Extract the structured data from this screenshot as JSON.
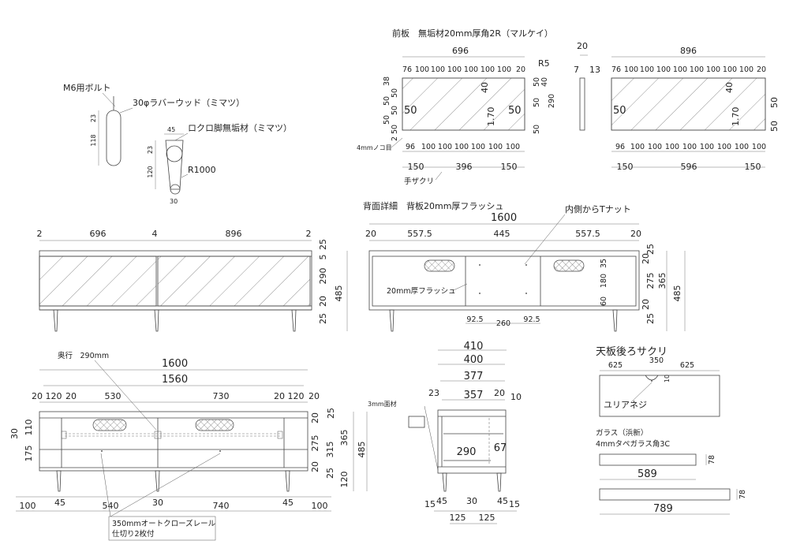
{
  "notes": {
    "bolt": "M6用ボルト",
    "rubberwood": "30φラバーウッド（ミマツ）",
    "leg": "ロクロ脚無垢材（ミマツ）",
    "radius": "R1000",
    "front_panel": "前板　無垢材20mm厚角2R（マルケイ）",
    "saw": "4mmノコ目",
    "handle": "手ザクリ",
    "back_detail": "背面詳細　背板20mm厚フラッシュ",
    "t_nut": "内側からTナット",
    "flush": "20mm厚フラッシュ",
    "depth": "奥行　290mm",
    "chamfer": "3mm面材",
    "rail": "350mmオートクローズレール",
    "divider": "仕切り2枚付",
    "top_cutout": "天板後ろサクリ",
    "urea_screw": "ユリアネジ",
    "glass": "ガラス（浜新）",
    "glass_spec": "4mmタペガラス角3C"
  },
  "legs": {
    "rod_h1": "23",
    "rod_h2": "118",
    "leg_w": "45",
    "leg_h1": "23",
    "leg_h2": "120",
    "leg_w2": "30"
  },
  "front_small": {
    "width": "696",
    "cols": [
      "76",
      "100",
      "100",
      "100",
      "100",
      "100",
      "100",
      "20"
    ],
    "r": "R5",
    "bottom_cols": [
      "96",
      "100",
      "100",
      "100",
      "100",
      "100",
      "100"
    ],
    "handle_cols": [
      "150",
      "396",
      "150"
    ],
    "left_v": [
      "38",
      "50",
      "50",
      "50",
      "50",
      "50",
      "2"
    ],
    "left_big": "50",
    "inner": [
      "40",
      "1.70",
      "50"
    ],
    "right_v": [
      "50",
      "40",
      "50",
      "50",
      "290"
    ],
    "side_w": "20",
    "side_a": "7",
    "side_b": "13"
  },
  "front_large": {
    "width": "896",
    "cols": [
      "76",
      "100",
      "100",
      "100",
      "100",
      "100",
      "100",
      "100",
      "100",
      "20"
    ],
    "bottom_cols": [
      "96",
      "100",
      "100",
      "100",
      "100",
      "100",
      "100",
      "100",
      "100"
    ],
    "handle_cols": [
      "150",
      "596",
      "150"
    ],
    "left_big": "50",
    "inner": [
      "40",
      "1.70"
    ],
    "right_v": [
      "50",
      "50"
    ]
  },
  "front_view": {
    "top": [
      "2",
      "696",
      "4",
      "896",
      "2"
    ],
    "right": [
      "25",
      "5",
      "290",
      "20",
      "25",
      "485"
    ]
  },
  "back_view": {
    "total": "1600",
    "top": [
      "20",
      "557.5",
      "445",
      "557.5",
      "20"
    ],
    "mid": [
      "35",
      "180",
      "60"
    ],
    "right": [
      "25",
      "20",
      "275",
      "20",
      "25",
      "365",
      "485"
    ],
    "bottom": [
      "92.5",
      "260",
      "92.5"
    ]
  },
  "plan_view": {
    "total": "1600",
    "inner": "1560",
    "top": [
      "20",
      "120",
      "20",
      "530",
      "730",
      "20",
      "120",
      "20"
    ],
    "left": [
      "30",
      "110",
      "175"
    ],
    "right": [
      "25",
      "20",
      "275",
      "315",
      "365",
      "20",
      "25",
      "485",
      "120"
    ],
    "bottom": [
      "100",
      "45",
      "540",
      "30",
      "740",
      "45",
      "100"
    ]
  },
  "side_view": {
    "top": [
      "410",
      "400",
      "377",
      "357"
    ],
    "small": [
      "23",
      "20",
      "10"
    ],
    "inner": [
      "290",
      "67"
    ],
    "bottom": [
      "15",
      "45",
      "30",
      "45",
      "15"
    ],
    "bottom2": [
      "125",
      "125"
    ]
  },
  "top_board": {
    "dims": [
      "625",
      "350",
      "625"
    ],
    "side": "10"
  },
  "glass": {
    "g1_w": "589",
    "g1_h": "78",
    "g2_w": "789",
    "g2_h": "78"
  }
}
